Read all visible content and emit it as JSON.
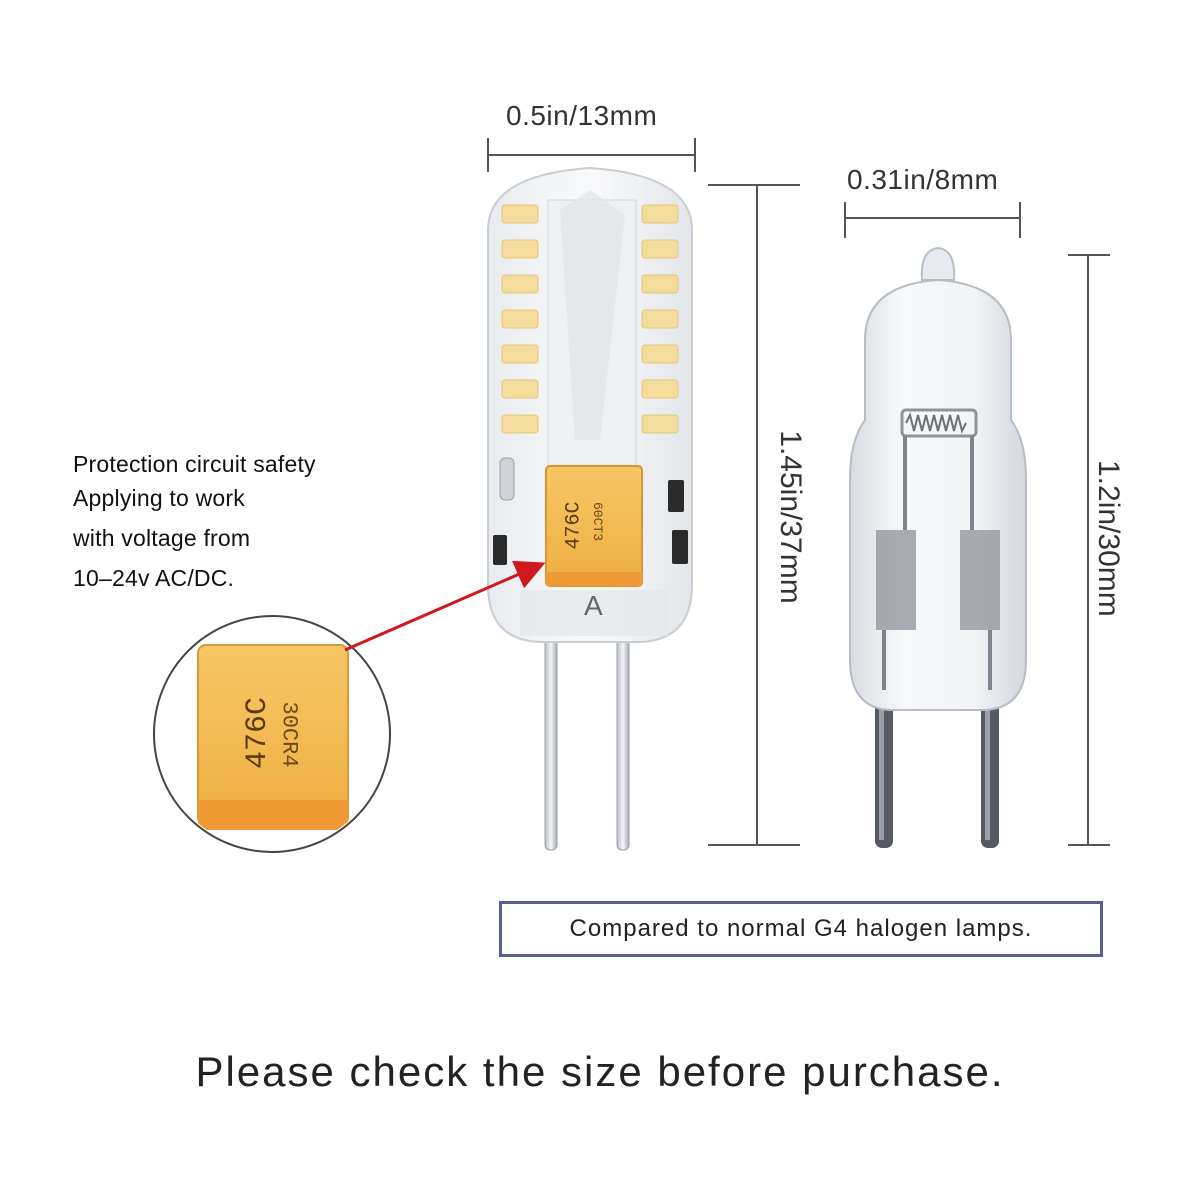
{
  "dimensions": {
    "led_width": "0.5in/13mm",
    "led_height": "1.45in/37mm",
    "halogen_width": "0.31in/8mm",
    "halogen_height": "1.2in/30mm"
  },
  "callout": {
    "lines": [
      "Protection circuit safety",
      "Applying to work",
      "with voltage from",
      "10–24v AC/DC."
    ]
  },
  "capacitor": {
    "code_main": "476C",
    "code_small": "60CT3",
    "zoom_code_main": "476C",
    "zoom_code_small": "30CR4",
    "base_letter": "A"
  },
  "compare_note": "Compared to normal G4 halogen lamps.",
  "footer_note": "Please check the size before purchase.",
  "colors": {
    "capacitor": "#f2b84f",
    "capacitor_band": "#f3a03c",
    "led": "#f3dc9c",
    "arrow": "#d0191f",
    "box_border": "#5b5f8f"
  },
  "icons": [
    "led-bulb-icon",
    "halogen-bulb-icon",
    "magnifier-circle-icon"
  ]
}
